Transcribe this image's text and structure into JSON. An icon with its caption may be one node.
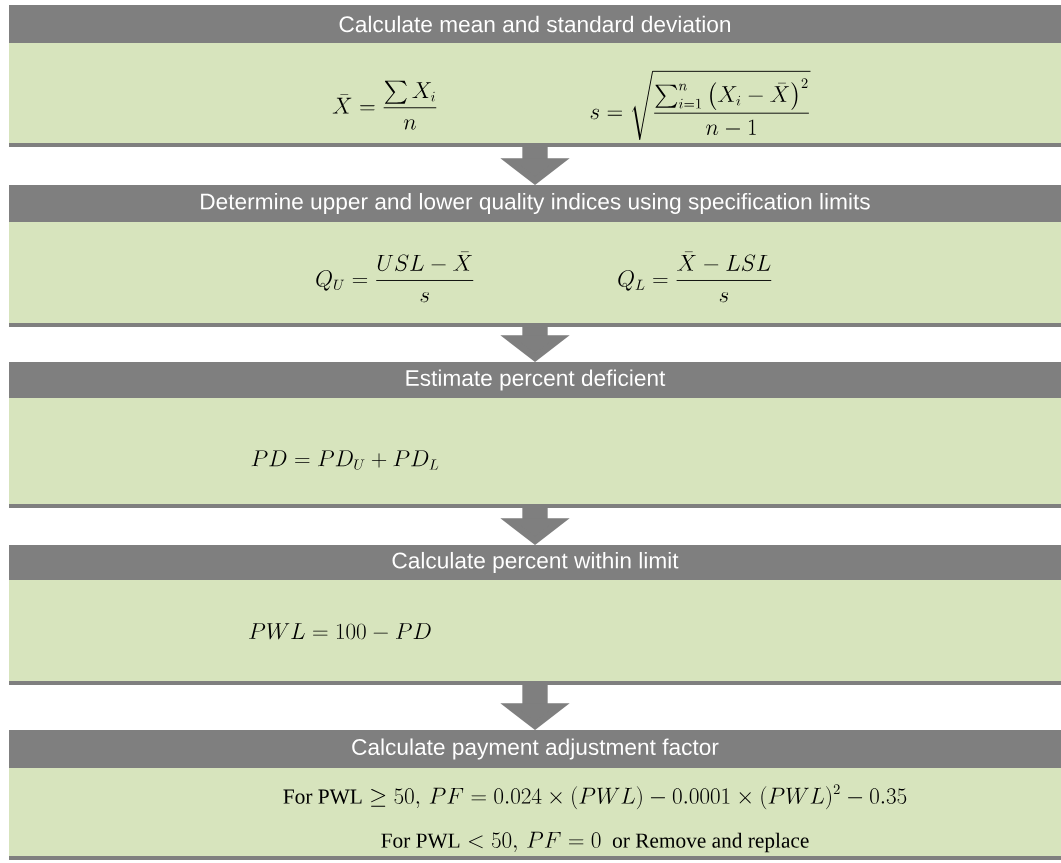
{
  "diagram": {
    "nodes": [
      {
        "text": [
          "Calculate mean and standard deviation",
          "\\bar{X}=\\frac{\\sum X_i}{n}",
          "s=\\sqrt{\\frac{\\sum_{i=1}^{n}\\left(X_i-\\bar{X}\\right)^2}{n-1}}"
        ]
      },
      {
        "text": [
          "Determine upper and lower quality indices using specification limits",
          "Q_U=\\frac{USL-\\bar{X}}{s}",
          "Q_L=\\frac{\\bar{X}-LSL}{s}"
        ]
      },
      {
        "text": [
          "Estimate percent deficient",
          "PD=PD_U+PD_L"
        ]
      },
      {
        "text": [
          "Calculate percent within limit",
          "PWL=100-PD"
        ]
      },
      {
        "text": [
          "Calculate payment adjustment factor",
          "\\mathrm{For\\ PWL}\\geq 50,\\,PF=0.024\\times(PWL)-0.0001\\times(PWL)^2-0.35",
          "\\mathrm{For\\ PWL}<50,\\,PF=0\\ \\ \\mathrm{or\\ Remove\\ and\\ replace}"
        ]
      }
    ],
    "edges": [
      {
        "from": 0,
        "to": 1,
        "arrow": "to"
      },
      {
        "from": 1,
        "to": 2,
        "arrow": "to"
      },
      {
        "from": 2,
        "to": 3,
        "arrow": "to"
      },
      {
        "from": 3,
        "to": 4,
        "arrow": "to"
      }
    ]
  }
}
